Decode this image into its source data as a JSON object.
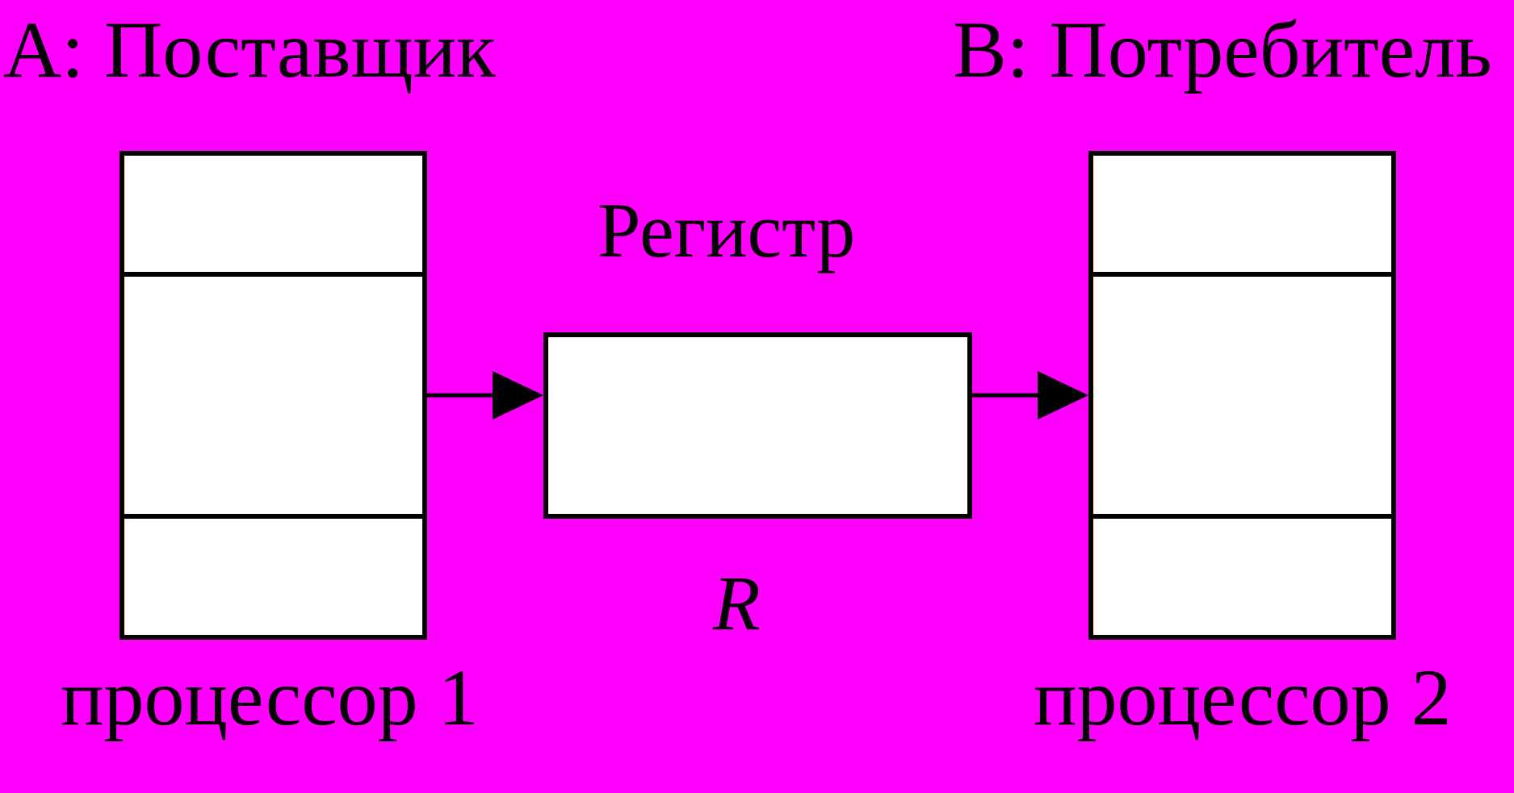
{
  "colors": {
    "background": "#ff00ff",
    "box_fill": "#ffffff",
    "stroke": "#000000"
  },
  "supplier": {
    "title": "A: Поставщик",
    "processor_label": "процессор 1"
  },
  "consumer": {
    "title": "B: Потребитель",
    "processor_label": "процессор 2"
  },
  "register": {
    "label": "Регистр",
    "symbol": "R"
  },
  "connections": [
    {
      "from": "supplier",
      "to": "register"
    },
    {
      "from": "register",
      "to": "consumer"
    }
  ]
}
